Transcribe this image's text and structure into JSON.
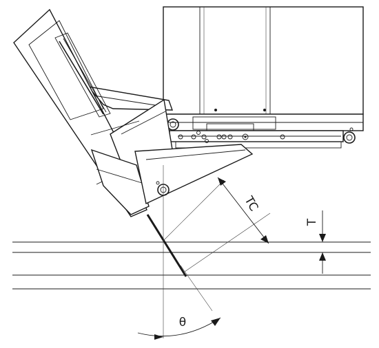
{
  "diagram": {
    "labels": {
      "thickness": "T",
      "cut_thickness": "TC",
      "angle": "θ"
    }
  }
}
